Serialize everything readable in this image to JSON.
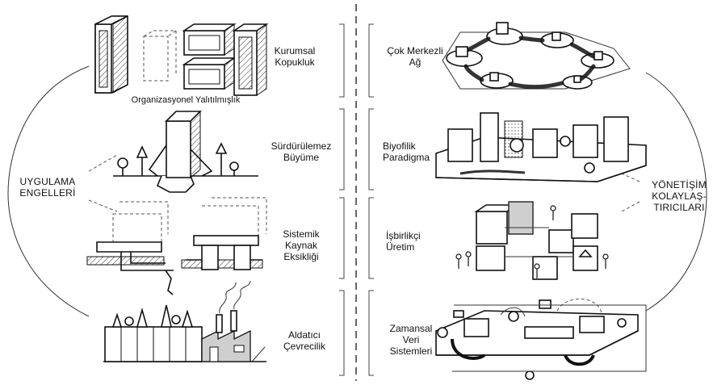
{
  "left_group": {
    "label": [
      "UYGULAMA",
      "ENGELLERİ"
    ],
    "items": [
      {
        "label": [
          "Kurumsal",
          "Kopukluk"
        ],
        "caption": "Organizasyonel Yalıtılmışlık"
      },
      {
        "label": [
          "Sürdürülemez",
          "Büyüme"
        ]
      },
      {
        "label": [
          "Sistemik",
          "Kaynak",
          "Eksikliği"
        ]
      },
      {
        "label": [
          "Aldatıcı",
          "Çevrecilik"
        ]
      }
    ]
  },
  "right_group": {
    "label": [
      "YÖNETİŞİM",
      "KOLAYLAŞ-",
      "TIRICILARI"
    ],
    "items": [
      {
        "label": [
          "Çok Merkezli",
          "Ağ"
        ]
      },
      {
        "label": [
          "Biyofilik",
          "Paradigma"
        ]
      },
      {
        "label": [
          "İşbirlikçi",
          "Üretim"
        ]
      },
      {
        "label": [
          "Zamansal",
          "Veri",
          "Sistemleri"
        ]
      }
    ]
  },
  "colors": {
    "ink": "#111111",
    "background": "#ffffff",
    "shade": "#cfcfcf"
  }
}
